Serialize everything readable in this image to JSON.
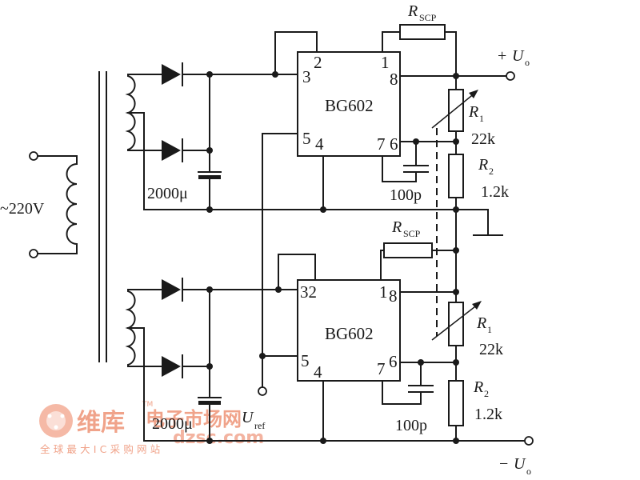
{
  "source_label": "~220V",
  "capacitor_label": "2000μ",
  "reference_label": {
    "main": "U",
    "sub": "ref"
  },
  "ground_symbol_name": "ground-icon",
  "regulators": [
    {
      "chip": "BG602",
      "pins": {
        "p3": "3",
        "p2": "2",
        "p1": "1",
        "p8": "8",
        "p5": "5",
        "p4": "4",
        "p7": "7",
        "p6": "6"
      },
      "rscp": {
        "main": "R",
        "sub": "SCP"
      },
      "r1": {
        "main": "R",
        "sub": "1",
        "value": "22k"
      },
      "r2": {
        "main": "R",
        "sub": "2",
        "value": "1.2k"
      },
      "cap": "100p",
      "output": {
        "sign": "+",
        "main": "U",
        "sub": "o"
      }
    },
    {
      "chip": "BG602",
      "pins": {
        "p32": "32",
        "p1": "1",
        "p8": "8",
        "p5": "5",
        "p4": "4",
        "p7": "7",
        "p6": "6"
      },
      "rscp": {
        "main": "R",
        "sub": "SCP"
      },
      "r1": {
        "main": "R",
        "sub": "1",
        "value": "22k"
      },
      "r2": {
        "main": "R",
        "sub": "2",
        "value": "1.2k"
      },
      "cap": "100p",
      "output": {
        "sign": "−",
        "main": "U",
        "sub": "o"
      }
    }
  ],
  "watermark": {
    "brand": "维库",
    "site": "电子市场网",
    "url": "dzsc.com",
    "slogan": "全球最大IC采购网站",
    "tm": "TM"
  }
}
